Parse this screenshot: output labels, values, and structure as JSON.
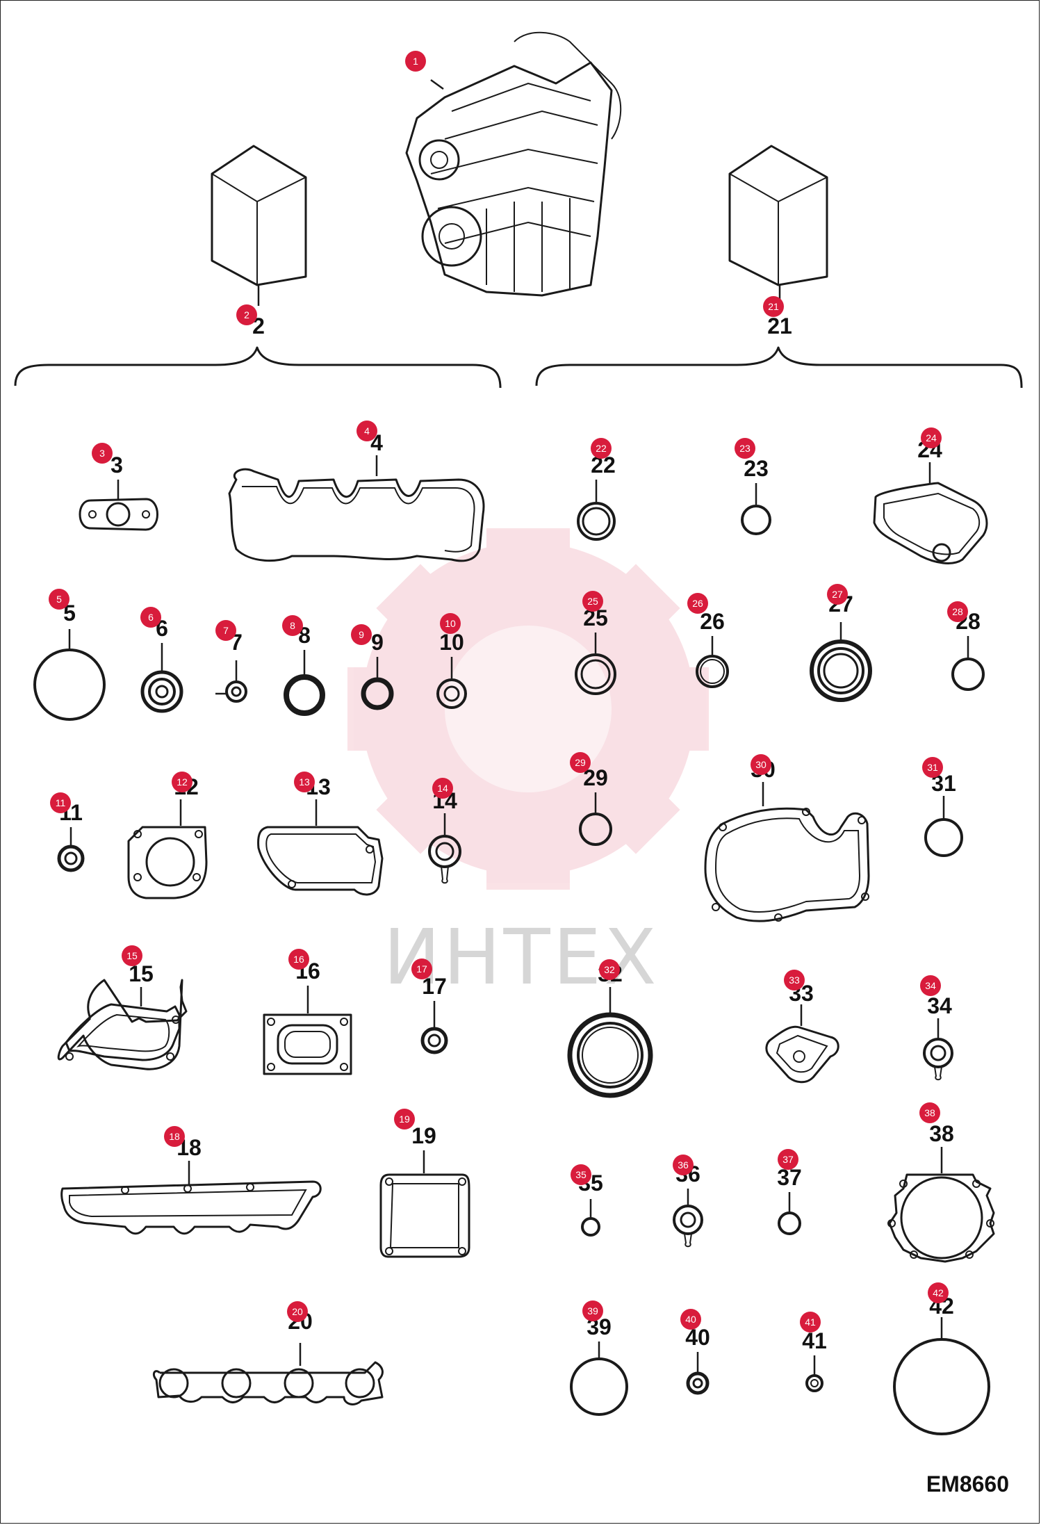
{
  "watermark": "ИНТЕХ",
  "drawing_code": "EM8660",
  "badge_color": "#d81c3c",
  "parts": [
    {
      "num": "1",
      "label": "1"
    },
    {
      "num": "2",
      "label": "2"
    },
    {
      "num": "3",
      "label": "3"
    },
    {
      "num": "4",
      "label": "4"
    },
    {
      "num": "5",
      "label": "5"
    },
    {
      "num": "6",
      "label": "6"
    },
    {
      "num": "7",
      "label": "7"
    },
    {
      "num": "8",
      "label": "8"
    },
    {
      "num": "9",
      "label": "9"
    },
    {
      "num": "10",
      "label": "10"
    },
    {
      "num": "11",
      "label": "11"
    },
    {
      "num": "12",
      "label": "12"
    },
    {
      "num": "13",
      "label": "13"
    },
    {
      "num": "14",
      "label": "14"
    },
    {
      "num": "15",
      "label": "15"
    },
    {
      "num": "16",
      "label": "16"
    },
    {
      "num": "17",
      "label": "17"
    },
    {
      "num": "18",
      "label": "18"
    },
    {
      "num": "19",
      "label": "19"
    },
    {
      "num": "20",
      "label": "20"
    },
    {
      "num": "21",
      "label": "21"
    },
    {
      "num": "22",
      "label": "22"
    },
    {
      "num": "23",
      "label": "23"
    },
    {
      "num": "24",
      "label": "24"
    },
    {
      "num": "25",
      "label": "25"
    },
    {
      "num": "26",
      "label": "26"
    },
    {
      "num": "27",
      "label": "27"
    },
    {
      "num": "28",
      "label": "28"
    },
    {
      "num": "29",
      "label": "29"
    },
    {
      "num": "30",
      "label": "30"
    },
    {
      "num": "31",
      "label": "31"
    },
    {
      "num": "32",
      "label": "32"
    },
    {
      "num": "33",
      "label": "33"
    },
    {
      "num": "34",
      "label": "34"
    },
    {
      "num": "35",
      "label": "35"
    },
    {
      "num": "36",
      "label": "36"
    },
    {
      "num": "37",
      "label": "37"
    },
    {
      "num": "38",
      "label": "38"
    },
    {
      "num": "39",
      "label": "39"
    },
    {
      "num": "40",
      "label": "40"
    },
    {
      "num": "41",
      "label": "41"
    },
    {
      "num": "42",
      "label": "42"
    }
  ]
}
